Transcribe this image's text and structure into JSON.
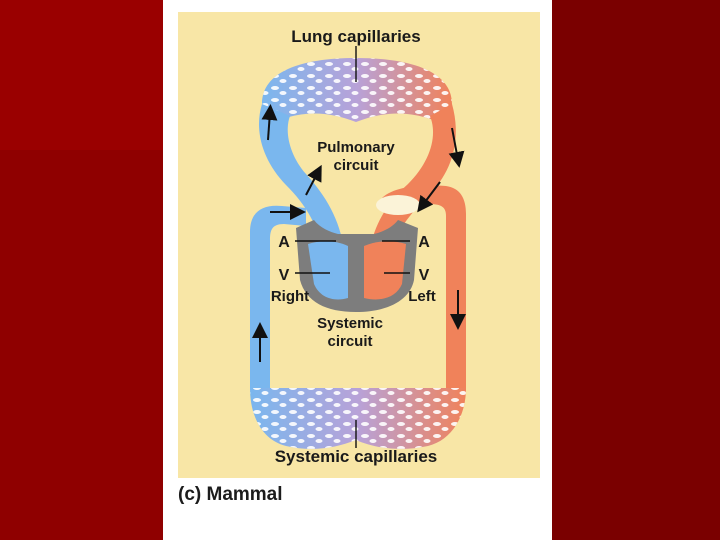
{
  "figure": {
    "labels": {
      "lung_capillaries": "Lung capillaries",
      "pulmonary_circuit_line1": "Pulmonary",
      "pulmonary_circuit_line2": "circuit",
      "atrium_right": "A",
      "atrium_left": "A",
      "ventricle_right": "V",
      "ventricle_left": "V",
      "right": "Right",
      "left": "Left",
      "systemic_circuit_line1": "Systemic",
      "systemic_circuit_line2": "circuit",
      "systemic_capillaries": "Systemic capillaries"
    },
    "caption": "(c) Mammal",
    "colors": {
      "background_dark": "#7a0000",
      "background_red": "#9a0000",
      "panel": "#f8e6a6",
      "oxygen_poor_blue": "#7ab7ee",
      "oxygen_rich_red": "#f0825a",
      "capillary_purple": "#b8a2d8",
      "heart_gray": "#7d7d7d"
    }
  }
}
